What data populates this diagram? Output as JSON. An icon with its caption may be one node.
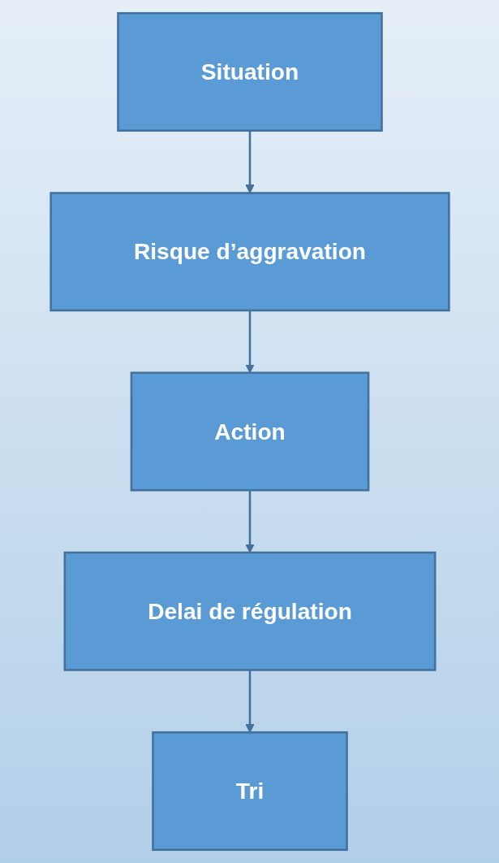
{
  "diagram": {
    "nodes": [
      {
        "text": [
          "Situation"
        ]
      },
      {
        "text": [
          "Risque d’aggravation"
        ]
      },
      {
        "text": [
          "Action"
        ]
      },
      {
        "text": [
          "Delai de régulation"
        ]
      },
      {
        "text": [
          "Tri"
        ]
      }
    ],
    "edges": [
      {
        "from": 0,
        "to": 1,
        "arrow": "to"
      },
      {
        "from": 1,
        "to": 2,
        "arrow": "to"
      },
      {
        "from": 2,
        "to": 3,
        "arrow": "to"
      },
      {
        "from": 3,
        "to": 4,
        "arrow": "to"
      }
    ]
  }
}
